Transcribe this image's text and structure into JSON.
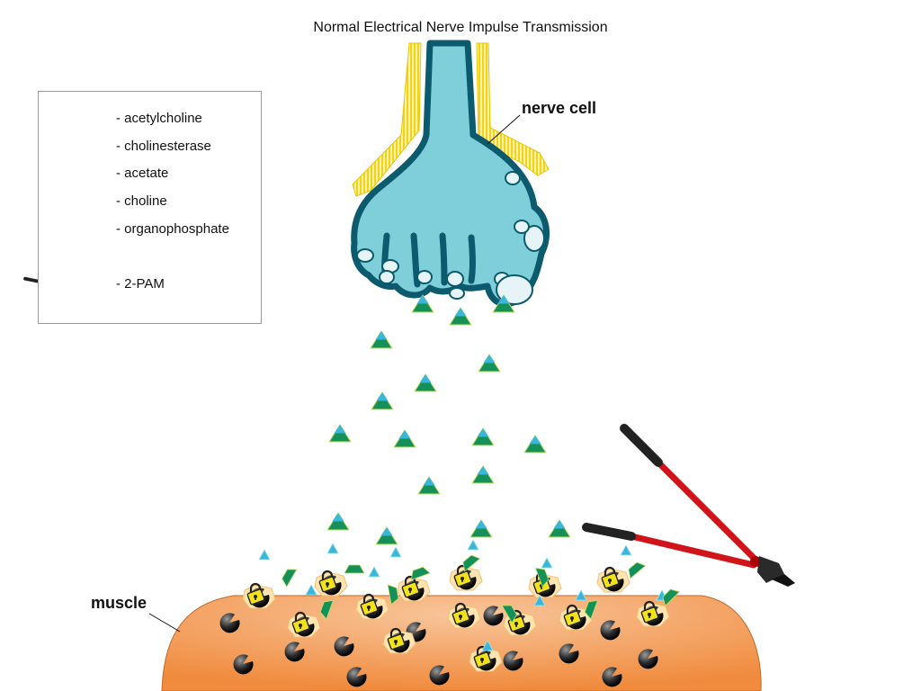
{
  "title": "Normal Electrical Nerve Impulse Transmission",
  "labels": {
    "nerve_cell": "nerve cell",
    "muscle": "muscle"
  },
  "legend": [
    {
      "icon": "acetylcholine-icon",
      "label": "- acetylcholine"
    },
    {
      "icon": "cholinesterase-icon",
      "label": "- cholinesterase"
    },
    {
      "icon": "acetate-icon",
      "label": "- acetate"
    },
    {
      "icon": "choline-icon",
      "label": "- choline"
    },
    {
      "icon": "organophosphate-icon",
      "label": "- organophosphate"
    },
    {
      "icon": "bolt-cutter-icon",
      "label": "- 2-PAM"
    }
  ],
  "colors": {
    "nerve_fill": "#7ecfd9",
    "nerve_outline": "#0b5a6e",
    "myelin": "#f2d21e",
    "muscle_fill": "#f5a565",
    "acetate": "#3ab7d8",
    "choline": "#14905a",
    "enzyme": "#1e1e1e",
    "lock": "#f2e21a",
    "cutter_handle": "#d0141a"
  }
}
